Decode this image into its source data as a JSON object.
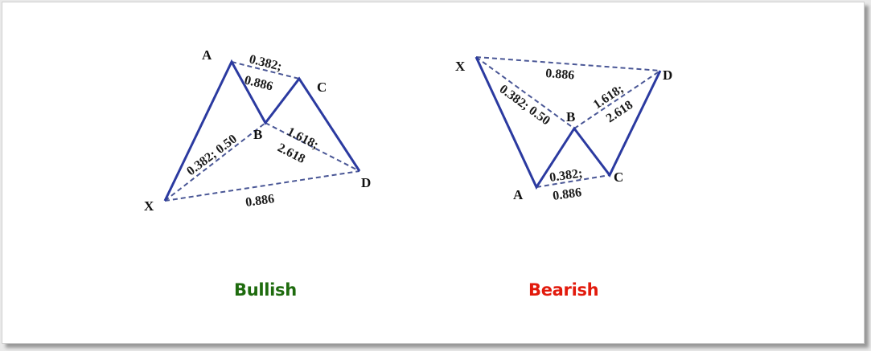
{
  "colors": {
    "leg": "#2b3aa0",
    "ratio_line": "#4a5796",
    "bullish": "#1e6b0e",
    "bearish": "#e21a0c"
  },
  "bullish": {
    "caption": "Bullish",
    "points": {
      "X": "X",
      "A": "A",
      "B": "B",
      "C": "C",
      "D": "D"
    },
    "ratios": {
      "ac_1": "0.382;",
      "ac_2": "0.886",
      "xb": "0.382; 0.50",
      "bd_1": "1.618;",
      "bd_2": "2.618",
      "xd": "0.886"
    }
  },
  "bearish": {
    "caption": "Bearish",
    "points": {
      "X": "X",
      "A": "A",
      "B": "B",
      "C": "C",
      "D": "D"
    },
    "ratios": {
      "xd": "0.886",
      "xb": "0.382; 0.50",
      "bd_1": "1.618;",
      "bd_2": "2.618",
      "ac_1": "0.382;",
      "ac_2": "0.886"
    }
  }
}
